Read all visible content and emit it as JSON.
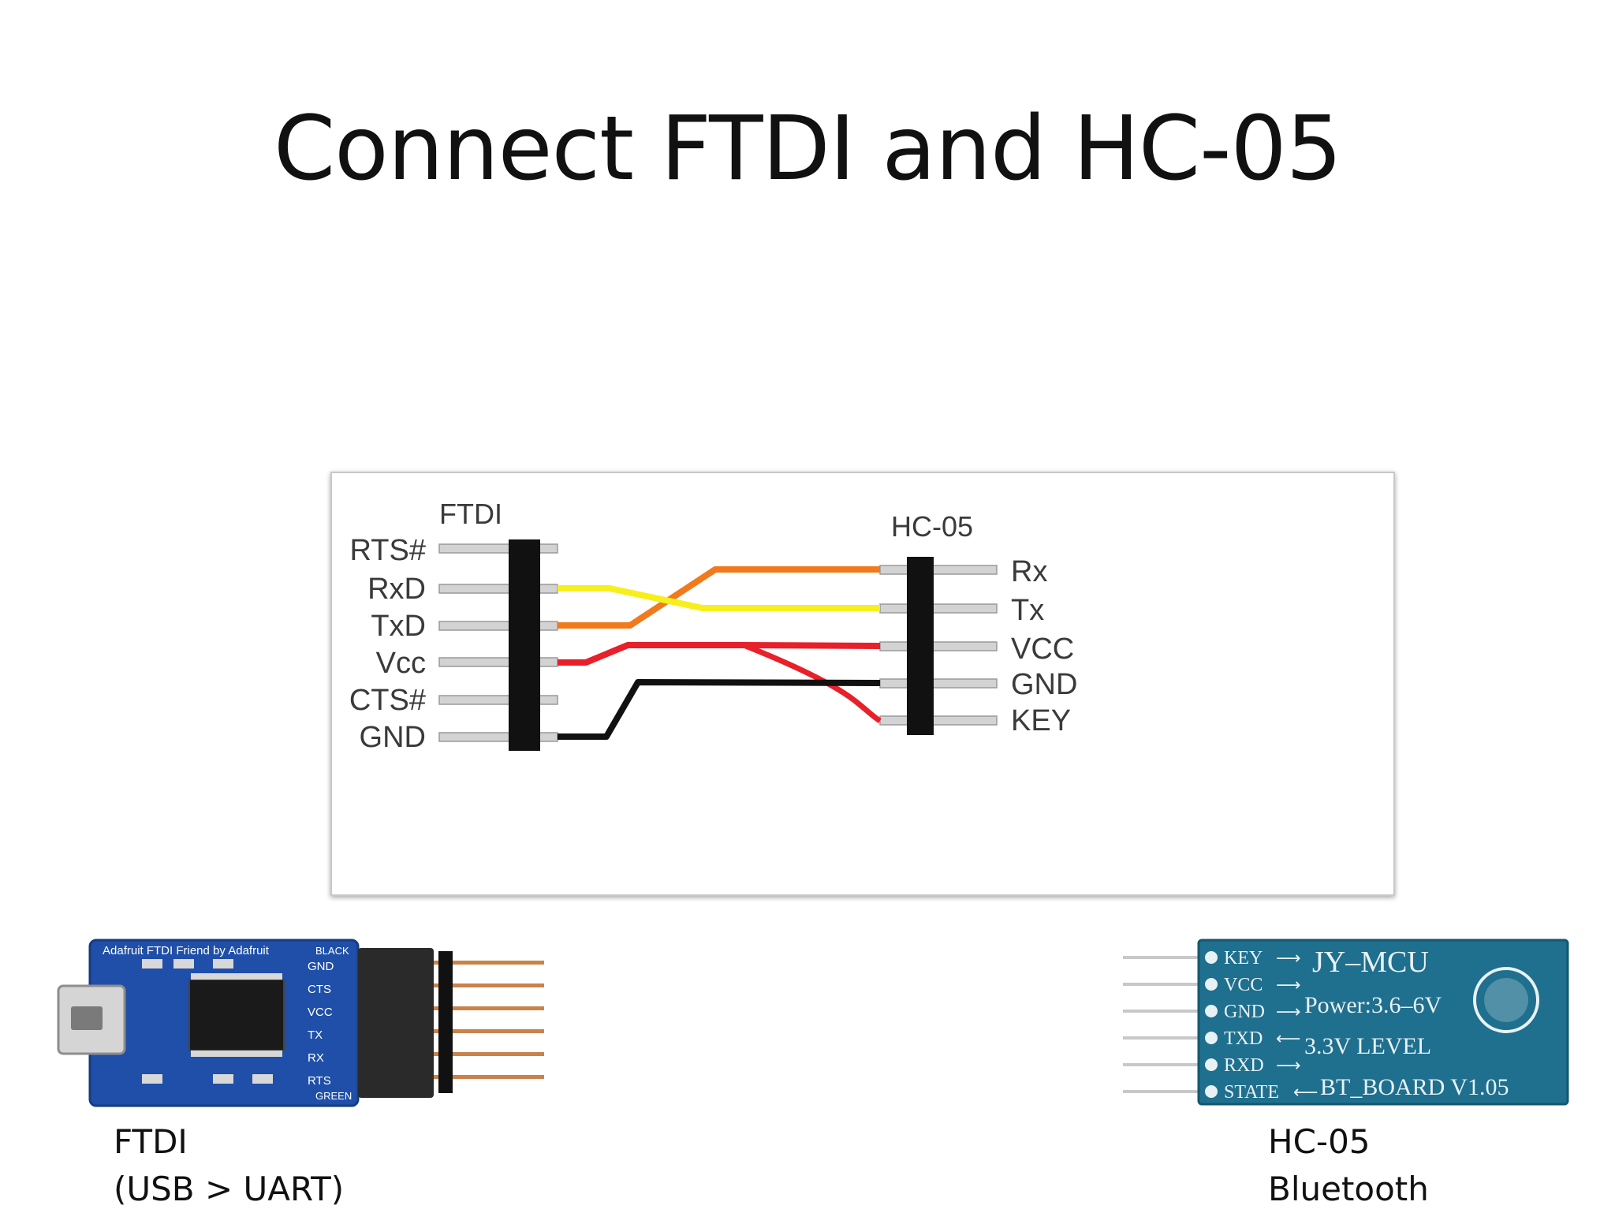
{
  "title": "Connect FTDI and HC-05",
  "diagram": {
    "ftdi_header": "FTDI",
    "hc05_header": "HC-05",
    "ftdi_pins": [
      "RTS#",
      "RxD",
      "TxD",
      "Vcc",
      "CTS#",
      "GND"
    ],
    "hc05_pins": [
      "Rx",
      "Tx",
      "VCC",
      "GND",
      "KEY"
    ],
    "wire_colors": {
      "rx_wire": "#f7ef1c",
      "tx_wire": "#f07a1c",
      "vcc_wire": "#e8202a",
      "gnd_wire": "#111111"
    }
  },
  "ftdi_board": {
    "silk_top": "Adafruit FTDI Friend by Adafruit",
    "silk_color": "BLACK",
    "pin_labels": [
      "GND",
      "CTS",
      "VCC",
      "TX",
      "RX",
      "RTS"
    ],
    "silk_bottom": "GREEN",
    "caption_line1": "FTDI",
    "caption_line2": "(USB > UART)"
  },
  "hc05_board": {
    "pin_labels": [
      "KEY",
      "VCC",
      "GND",
      "TXD",
      "RXD",
      "STATE"
    ],
    "brand": "JY–MCU",
    "power": "Power:3.6–6V",
    "level": "3.3V  LEVEL",
    "model": "BT_BOARD  V1.05",
    "caption_line1": "HC-05",
    "caption_line2": "Bluetooth"
  }
}
